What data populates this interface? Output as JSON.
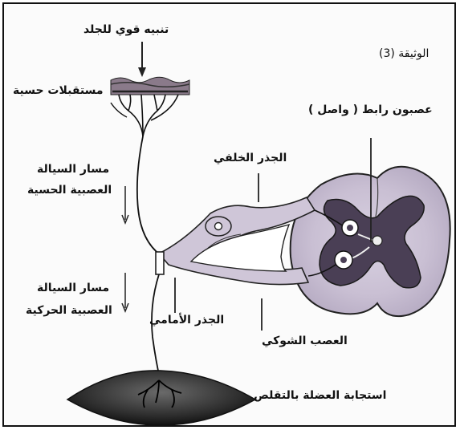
{
  "document_label": "الوثيقة (3)",
  "labels": {
    "stimulus": "تنبيه قوي للجلد",
    "receptors": "مستقبلات حسية",
    "interneuron": "عصبون رابط ( واصل )",
    "dorsal_root": "الجذر الخلفي",
    "sensory_path_line1": "مسار السيالة",
    "sensory_path_line2": "العصبية الحسية",
    "motor_path_line1": "مسار السيالة",
    "motor_path_line2": "العصبية الحركية",
    "ventral_root": "الجذر الأمامي",
    "spinal_nerve": "العصب الشوكي",
    "muscle_response": "استجابة العضلة بالتقلص"
  },
  "colors": {
    "line": "#1a1a1a",
    "spinal_white_matter": "#cfc6d8",
    "spinal_gray_matter": "#4a3f55",
    "muscle": "#3a3a3a",
    "skin": "#8a7a8a"
  }
}
